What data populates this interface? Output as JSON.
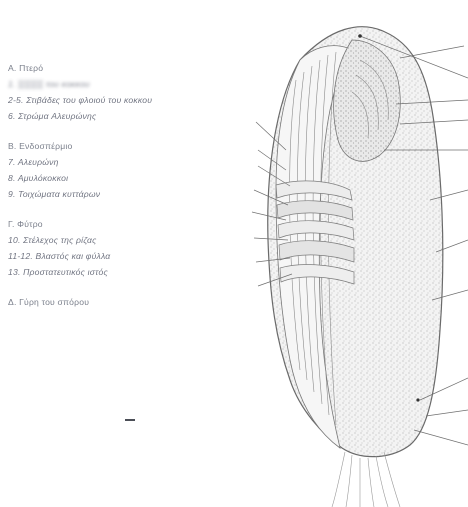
{
  "legend": {
    "sections": [
      {
        "heading": "Α. Πτερό",
        "items": [
          {
            "text": "1. ▒▒▒▒ του κοκκου",
            "blurred": true
          },
          {
            "text": "2-5. Στιβάδες του φλοιού του κοκκου",
            "blurred": false
          },
          {
            "text": "6. Στρώμα Aλευρώνης",
            "blurred": false
          }
        ]
      },
      {
        "heading": "Β. Ενδοσπέρμιο",
        "items": [
          {
            "text": "7. Αλευρώνη",
            "blurred": false
          },
          {
            "text": "8. Αμυλόκοκκοι",
            "blurred": false
          },
          {
            "text": "9. Τοιχώματα κυττάρων",
            "blurred": false
          }
        ]
      },
      {
        "heading": "Γ. Φύτρο",
        "items": [
          {
            "text": "10. Στέλεχος της ρίζας",
            "blurred": false
          },
          {
            "text": "11-12. Βλαστός και φύλλα",
            "blurred": false
          },
          {
            "text": "13. Προστατευτικός ιστός",
            "blurred": false
          }
        ]
      },
      {
        "heading": "Δ. Γύρη του σπόρου",
        "items": []
      }
    ]
  },
  "colors": {
    "text": "#6f7380",
    "line": "#7a7a7a",
    "stipple": "#9a9a9a",
    "fill": "#ededed"
  }
}
